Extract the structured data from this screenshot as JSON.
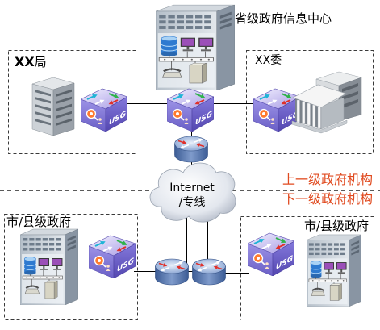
{
  "info_center": {
    "label": "省级政府信息中心",
    "icon": "data-center-building-icon"
  },
  "bureau": {
    "label_bold": "XX",
    "label_rest": "局",
    "icon": "office-building-icon"
  },
  "committee": {
    "label": "XX委",
    "icon": "government-building-icon"
  },
  "boundary": {
    "upper": "上一级政府机构",
    "lower": "下一级政府机构"
  },
  "network_cloud": {
    "line1": "Internet",
    "line2": "/专线",
    "icon": "cloud-icon"
  },
  "city_county_left": {
    "label": "市/县级政府",
    "icon": "data-center-building-icon"
  },
  "city_county_right": {
    "label": "市/县级政府",
    "icon": "data-center-building-icon"
  },
  "firewalls": [
    {
      "label": "USG",
      "icon": "firewall-icon"
    },
    {
      "label": "USG",
      "icon": "firewall-icon"
    },
    {
      "label": "USG",
      "icon": "firewall-icon"
    },
    {
      "label": "USG",
      "icon": "firewall-icon"
    },
    {
      "label": "USG",
      "icon": "firewall-icon"
    }
  ],
  "routers": [
    {
      "icon": "router-icon"
    },
    {
      "icon": "router-icon"
    },
    {
      "icon": "router-icon"
    }
  ],
  "colors": {
    "boundary_text": "#e04a1f",
    "firewall": "#7469d2",
    "router": "#5877b0",
    "link": "#000000",
    "zone_frame": "#3a3a3a"
  }
}
